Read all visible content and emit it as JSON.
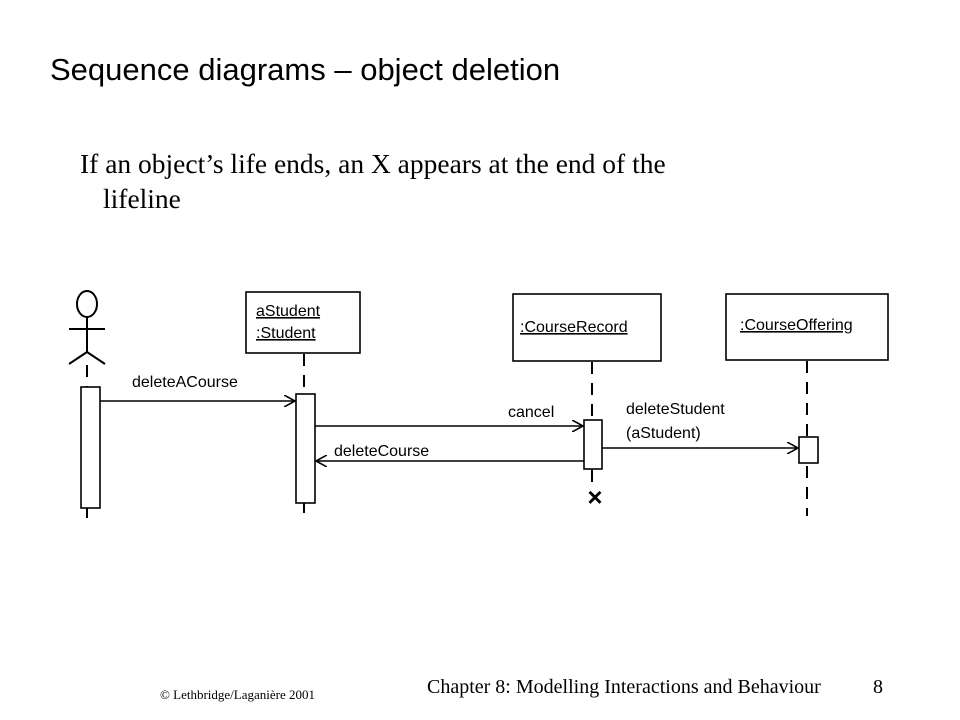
{
  "slide": {
    "title": "Sequence diagrams – object deletion",
    "bullet_line1": "If an object’s life ends, an X appears at the end of the",
    "bullet_line2": "lifeline"
  },
  "diagram": {
    "objects": {
      "student_line1": "aStudent",
      "student_line2": ":Student",
      "course_record": ":CourseRecord",
      "course_offering": ":CourseOffering"
    },
    "messages": {
      "delete_a_course": "deleteACourse",
      "cancel": "cancel",
      "delete_course": "deleteCourse",
      "delete_student_line1": "deleteStudent",
      "delete_student_line2": "(aStudent)"
    },
    "destruction_mark": "×"
  },
  "footer": {
    "copyright": "© Lethbridge/Laganière 2001",
    "chapter": "Chapter 8: Modelling Interactions and Behaviour",
    "page_number": "8"
  }
}
